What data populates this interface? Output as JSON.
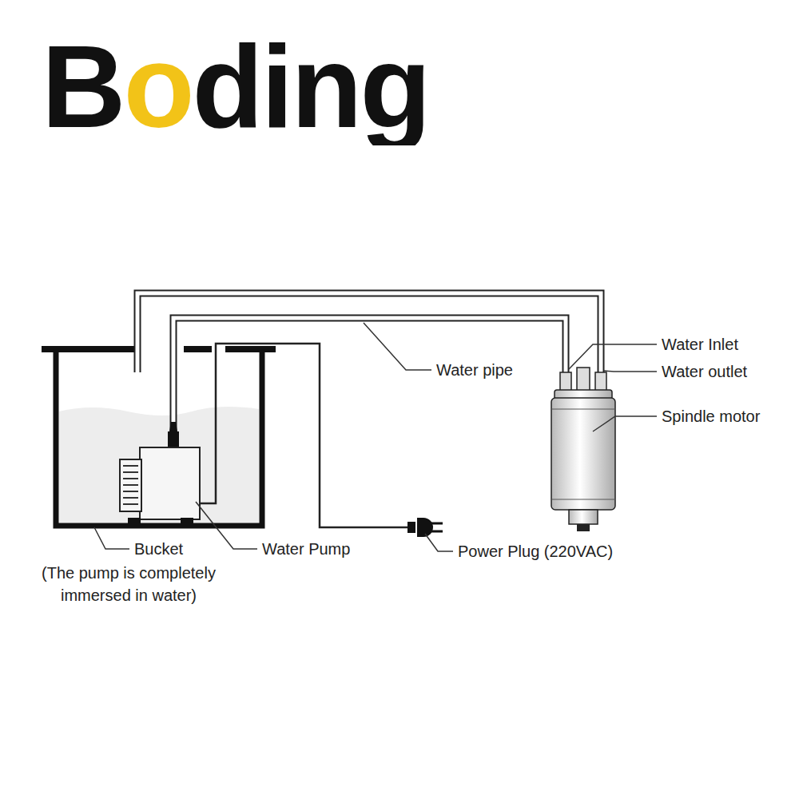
{
  "diagram": {
    "labels": [
      "Boding",
      "Water Inlet",
      "Water outlet",
      "Water pipe",
      "Spindle motor",
      "Bucket",
      "(The pump is completely immersed in water)",
      "Water Pump",
      "Power Plug (220VAC)"
    ]
  }
}
